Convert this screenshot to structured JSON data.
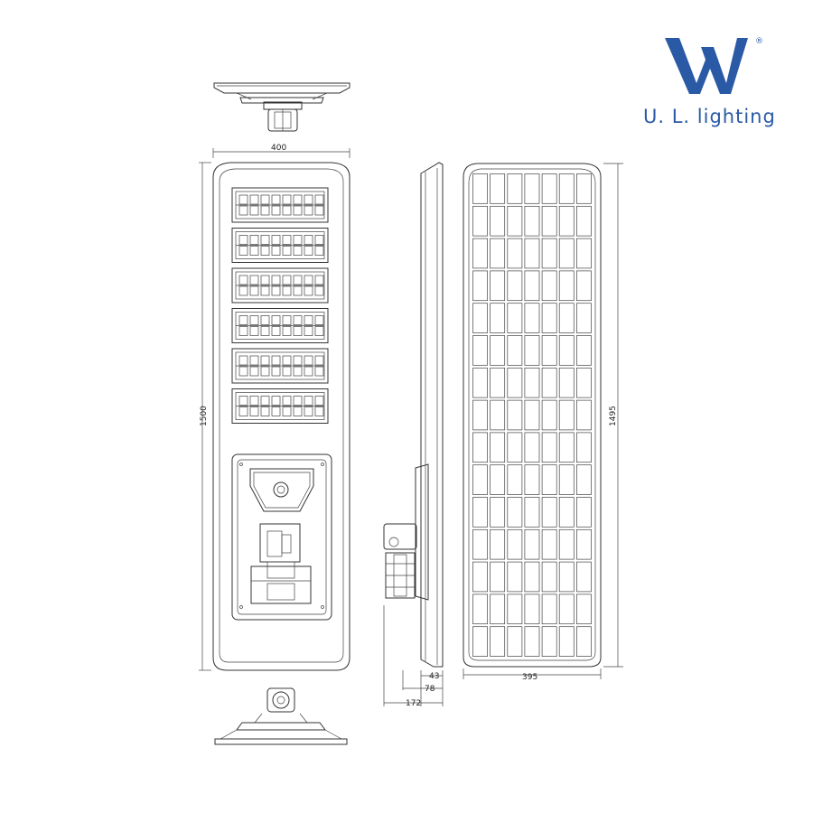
{
  "brand": {
    "name": "U. L. lighting",
    "registered_mark": "®",
    "color": "#2a5aa6"
  },
  "dimensions": {
    "front_width": "400",
    "front_height": "1500",
    "panel_height": "1495",
    "panel_width": "395",
    "side_depth_1": "43",
    "side_depth_2": "78",
    "side_depth_3": "172"
  },
  "drawing": {
    "led_modules": 6,
    "solar_grid_cols": 7,
    "solar_grid_rows": 15,
    "line_color": "#333333"
  }
}
